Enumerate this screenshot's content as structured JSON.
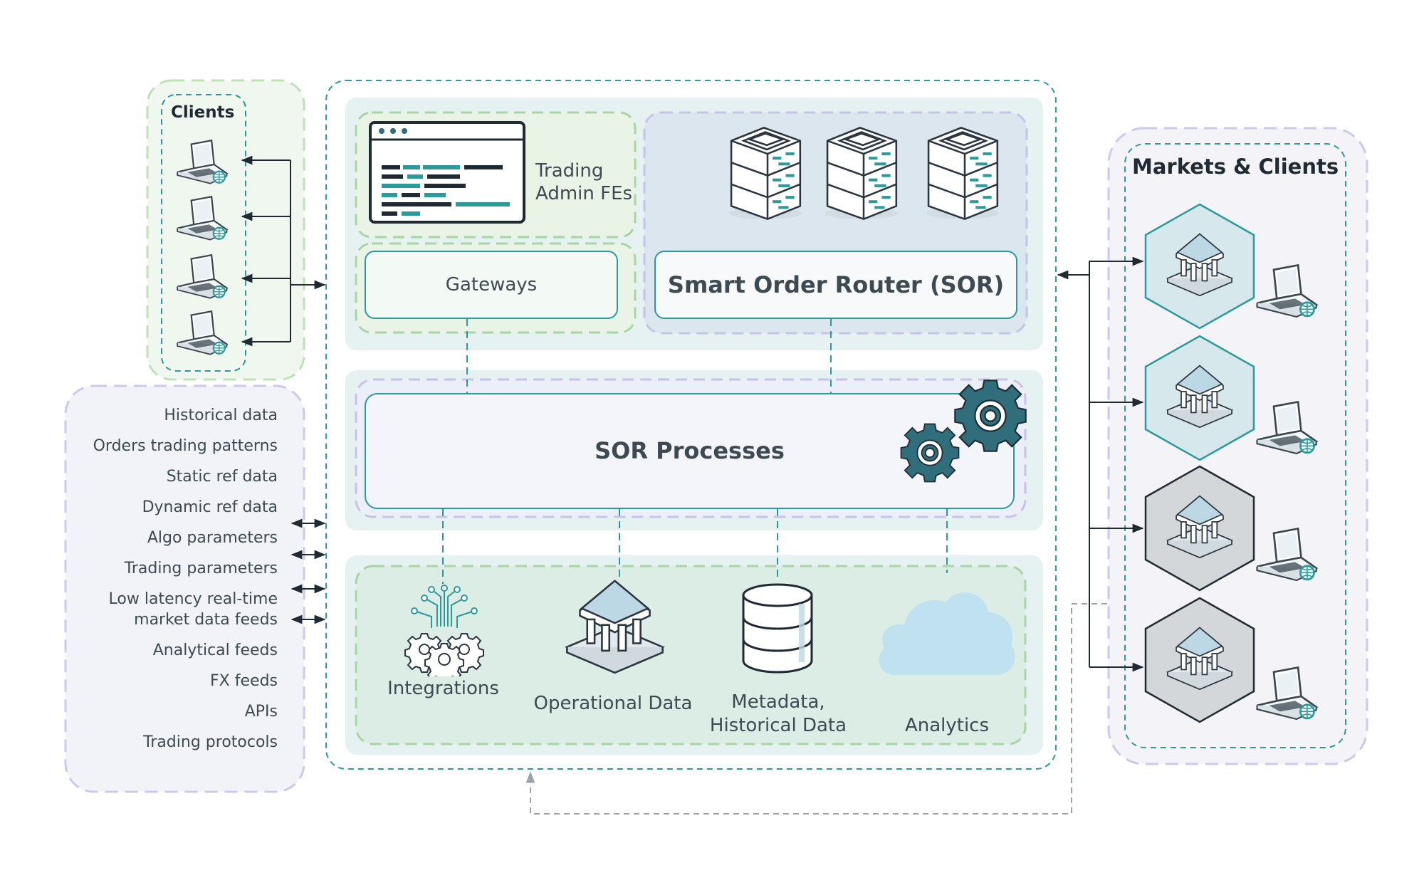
{
  "clients": {
    "title": "Clients",
    "devices": [
      "laptop",
      "laptop",
      "laptop",
      "laptop"
    ]
  },
  "data_feeds": {
    "items": [
      "Historical data",
      "Orders trading patterns",
      "Static ref data",
      "Dynamic ref data",
      "Algo parameters",
      "Trading parameters",
      "Low latency real-time",
      "market data feeds",
      "Analytical feeds",
      "FX feeds",
      "APIs",
      "Trading protocols"
    ]
  },
  "top_layer": {
    "trading_admin": {
      "line1": "Trading",
      "line2": "Admin FEs",
      "icon": "browser-window-icon"
    },
    "gateways": "Gateways",
    "sor": {
      "label": "Smart Order Router (SOR)",
      "icon": "server-stack-icon"
    }
  },
  "middle_layer": {
    "sor_processes": "SOR Processes",
    "icon": "gears-icon"
  },
  "bottom_layer": {
    "integrations": "Integrations",
    "operational": "Operational Data",
    "metadata_line1": "Metadata,",
    "metadata_line2": "Historical Data",
    "analytics": "Analytics"
  },
  "markets": {
    "title": "Markets & Clients",
    "items": [
      "market-1",
      "market-2",
      "market-3",
      "market-4"
    ]
  },
  "colors": {
    "teal": "#2a9a9a",
    "dark_teal": "#2f6e7a",
    "green_dash": "#a8d5a2",
    "lavender_dash": "#c5c3e6",
    "panel_bg": "#e7f2f1",
    "sor_bg": "#dfe9ef",
    "navy": "#223040"
  }
}
